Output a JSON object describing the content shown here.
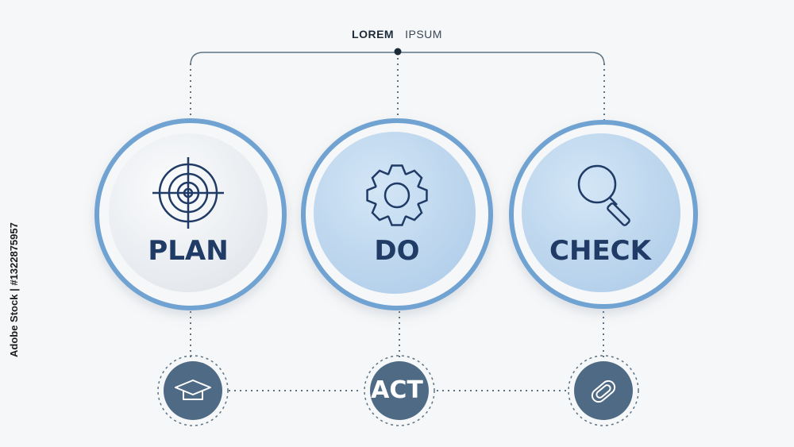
{
  "header": {
    "title_bold": "LOREM",
    "title_light": "IPSUM"
  },
  "stock_id": "Adobe Stock | #1322875957",
  "stages": [
    {
      "label": "PLAN",
      "icon": "target-icon"
    },
    {
      "label": "DO",
      "icon": "gear-icon"
    },
    {
      "label": "CHECK",
      "icon": "magnifier-icon"
    }
  ],
  "bottom": {
    "act_label": "ACT",
    "left_icon": "graduation-cap-icon",
    "right_icon": "paperclip-icon"
  },
  "colors": {
    "ring": "#6fa3d2",
    "fill_blue": "#c3dcf1",
    "fill_white": "#eef0f3",
    "text": "#1f3b66",
    "node": "#4e6a85",
    "connector": "#5d7485"
  }
}
